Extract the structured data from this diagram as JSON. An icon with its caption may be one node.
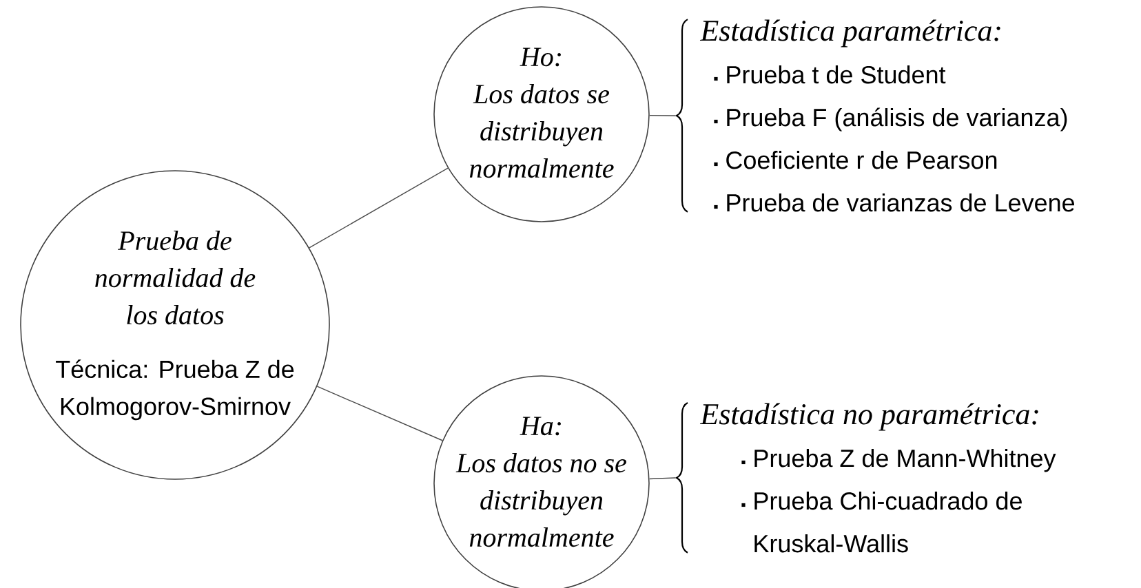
{
  "diagram": {
    "nodes": [
      {
        "text": [
          "Prueba de normalidad de los datos",
          "Técnica: Prueba Z de Kolmogorov-Smirnov"
        ]
      },
      {
        "text": [
          "Ho:",
          "Los datos se distribuyen normalmente"
        ]
      },
      {
        "text": [
          "Ha:",
          "Los datos no se distribuyen normalmente"
        ]
      },
      {
        "text": [
          "Estadística paramétrica:",
          "Prueba t de Student",
          "Prueba F (análisis de varianza)",
          "Coeficiente r de Pearson",
          "Prueba de varianzas de Levene"
        ]
      },
      {
        "text": [
          "Estadística no paramétrica:",
          "Prueba Z de Mann-Whitney",
          "Prueba Chi-cuadrado de Kruskal-Wallis"
        ]
      }
    ],
    "edges": [
      {
        "from": 0,
        "to": 1,
        "arrow": "none"
      },
      {
        "from": 0,
        "to": 2,
        "arrow": "none"
      },
      {
        "from": 1,
        "to": 3,
        "arrow": "none"
      },
      {
        "from": 2,
        "to": 4,
        "arrow": "none"
      }
    ]
  }
}
